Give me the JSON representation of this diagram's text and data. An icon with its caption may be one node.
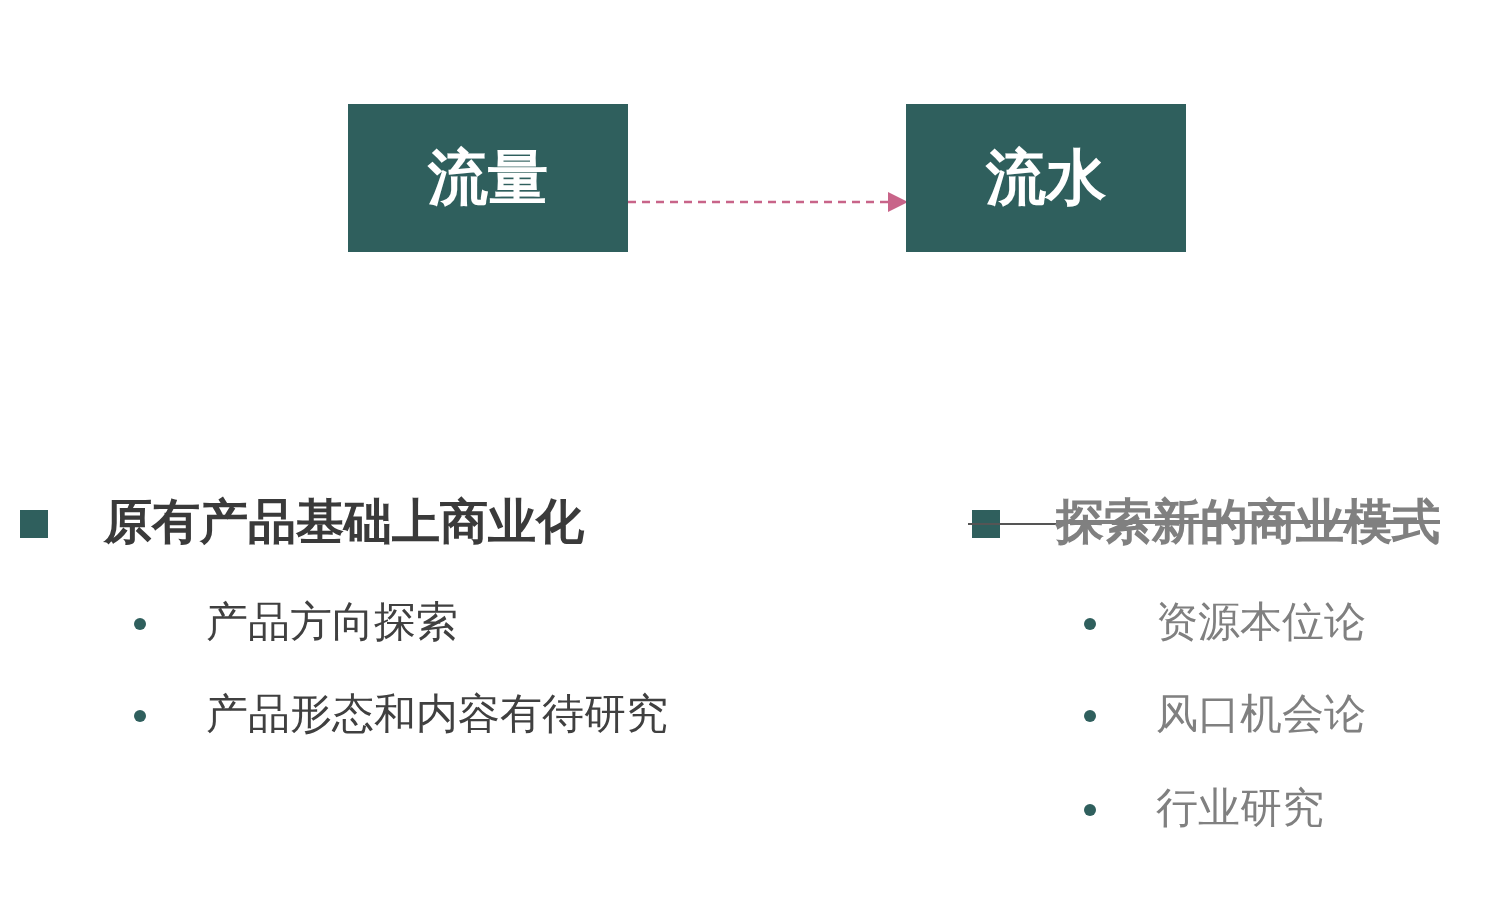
{
  "diagram": {
    "nodes": [
      {
        "text": [
          "流量"
        ]
      },
      {
        "text": [
          "流水"
        ]
      }
    ],
    "edges": [
      {
        "from": 0,
        "to": 1,
        "arrow": "to",
        "style": "dashed",
        "color": "#c86489"
      }
    ],
    "labels": [
      "原有产品基础上商业化",
      "产品方向探索",
      "产品形态和内容有待研究",
      "探索新的商业模式",
      "资源本位论",
      "风口机会论",
      "行业研究"
    ]
  }
}
